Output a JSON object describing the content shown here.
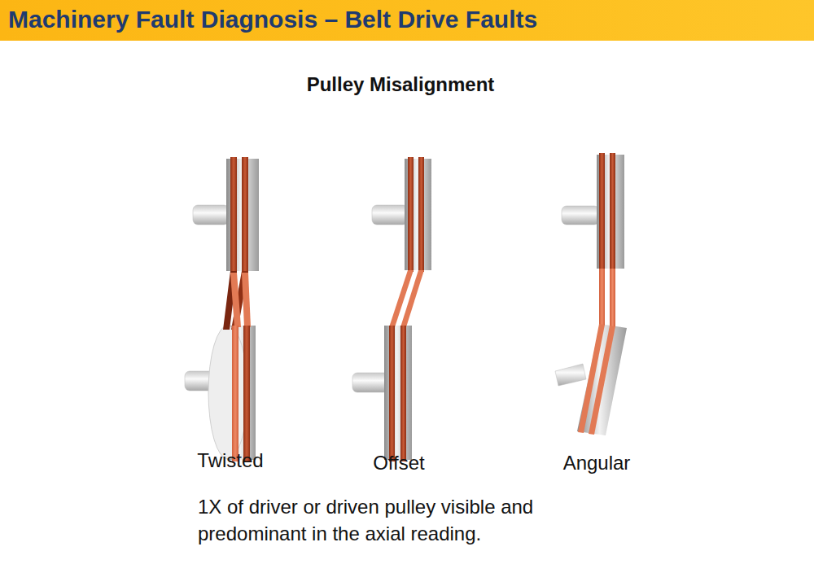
{
  "diagram": {
    "title": "Machinery Fault Diagnosis – Belt Drive Faults",
    "caption": "1X of driver or driven pulley visible and predominant in the axial reading.",
    "labels": [
      "Pulley Misalignment",
      "Twisted",
      "Offset",
      "Angular"
    ]
  }
}
